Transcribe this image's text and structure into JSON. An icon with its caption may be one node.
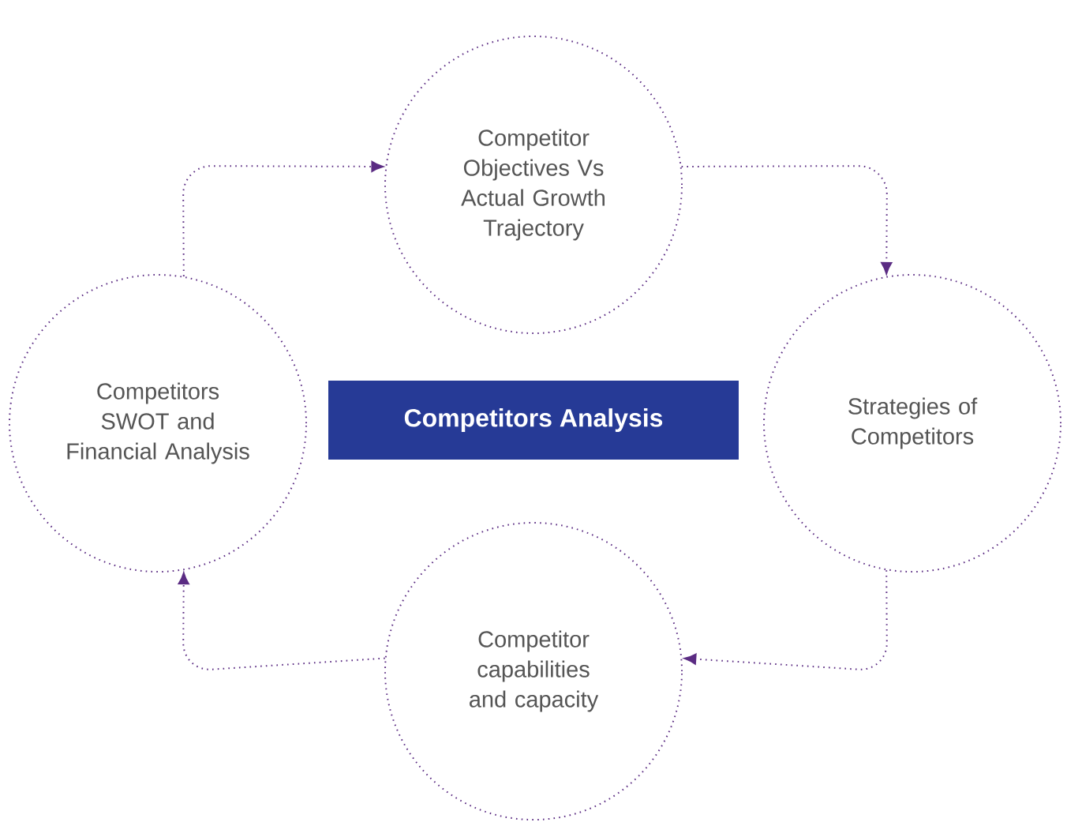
{
  "diagram": {
    "nodes": [
      {
        "text": [
          "Competitor Objectives Vs Actual Growth Trajectory"
        ]
      },
      {
        "text": [
          "Competitors SWOT and Financial Analysis"
        ]
      },
      {
        "text": [
          "Competitors Analysis"
        ]
      },
      {
        "text": [
          "Strategies of Competitors"
        ]
      },
      {
        "text": [
          "Competitor capabilities and capacity"
        ]
      }
    ],
    "edges": [
      {
        "from": 0,
        "to": 3,
        "arrow": "to"
      },
      {
        "from": 3,
        "to": 4,
        "arrow": "to"
      },
      {
        "from": 4,
        "to": 1,
        "arrow": "to"
      },
      {
        "from": 1,
        "to": 0,
        "arrow": "to"
      }
    ]
  }
}
